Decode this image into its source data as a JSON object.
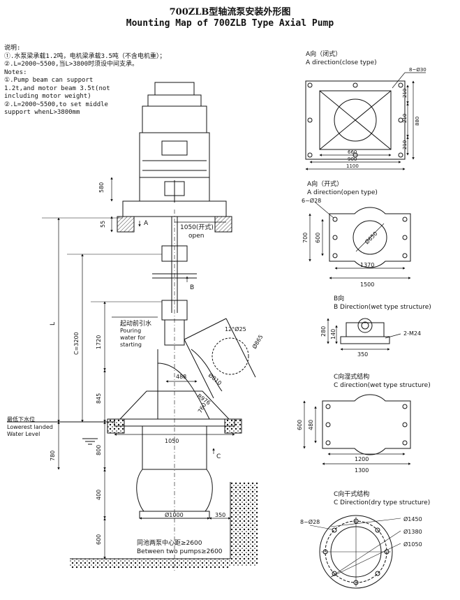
{
  "title_cn": "700ZLB型轴流泵安装外形图",
  "title_en": "Mounting Map of 700ZLB Type Axial Pump",
  "notes": [
    "说明:",
    "①.水泵梁承载1.2吨，电机梁承载3.5吨（不含电机重）；",
    "②.L=2000~5500,当L>3800时须设中间支承。",
    "Notes:",
    "①.Pump beam can support",
    "1.2t,and motor beam 3.5t(not",
    "including motor weight)",
    "②.L=2000~5500,to set middle",
    "support whenL>3800mm"
  ],
  "main": {
    "d580": "580",
    "d55": "55",
    "arrow_a": "A",
    "d1050_open": "1050(开式)",
    "open": "open",
    "arrow_b": "B",
    "dim_l": "L",
    "dim_c": "C=3200",
    "d1720": "1720",
    "d845": "845",
    "pour_cn": "起动前引水",
    "pour_en": [
      "Pouring",
      "water for",
      "starting"
    ],
    "flange_angle": "12°Ø25",
    "d865": "Ø865",
    "d810": "Ø810",
    "d488": "488",
    "r976": "R976",
    "d760": "760",
    "water_cn": "最低下水位",
    "water_en": [
      "Lowerest landed",
      "Water Level"
    ],
    "d780": "780",
    "d800": "800",
    "d1050": "1050",
    "arrow_c": "C",
    "d400": "400",
    "d1000": "Ø1000",
    "d350": "350",
    "d600": "600",
    "spacing_cn": "同池两泵中心距≥2600",
    "spacing_en": "Between two pumps≥2600"
  },
  "viewA_close": {
    "title_cn": "A向（闭式）",
    "title_en": "A direction(close type)",
    "d_holes": "8~Ø30",
    "d210a": "210",
    "d210b": "210",
    "d210c": "210",
    "d880": "880",
    "d660": "660",
    "d900": "900",
    "d1100": "1100"
  },
  "viewA_open": {
    "title_cn": "A向（开式）",
    "title_en": "A direction(open type)",
    "d_holes": "6~Ø28",
    "d700": "700",
    "d600": "600",
    "d650": "Ø650",
    "d1370": "1370",
    "d1500": "1500"
  },
  "viewB": {
    "title_cn": "B向",
    "title_en": "B Direction(wet type structure)",
    "d280": "280",
    "d140": "140",
    "d350": "350",
    "bolts": "2-M24"
  },
  "viewC_wet": {
    "title_cn": "C向湿式结构",
    "title_en": "C direction(wet type structure)",
    "d600": "600",
    "d480": "480",
    "d1200": "1200",
    "d1300": "1300"
  },
  "viewC_dry": {
    "title_cn": "C向干式结构",
    "title_en": "C Direction(dry type structure)",
    "d_holes": "8~Ø28",
    "d1450": "Ø1450",
    "d1380": "Ø1380",
    "d1050": "Ø1050"
  }
}
